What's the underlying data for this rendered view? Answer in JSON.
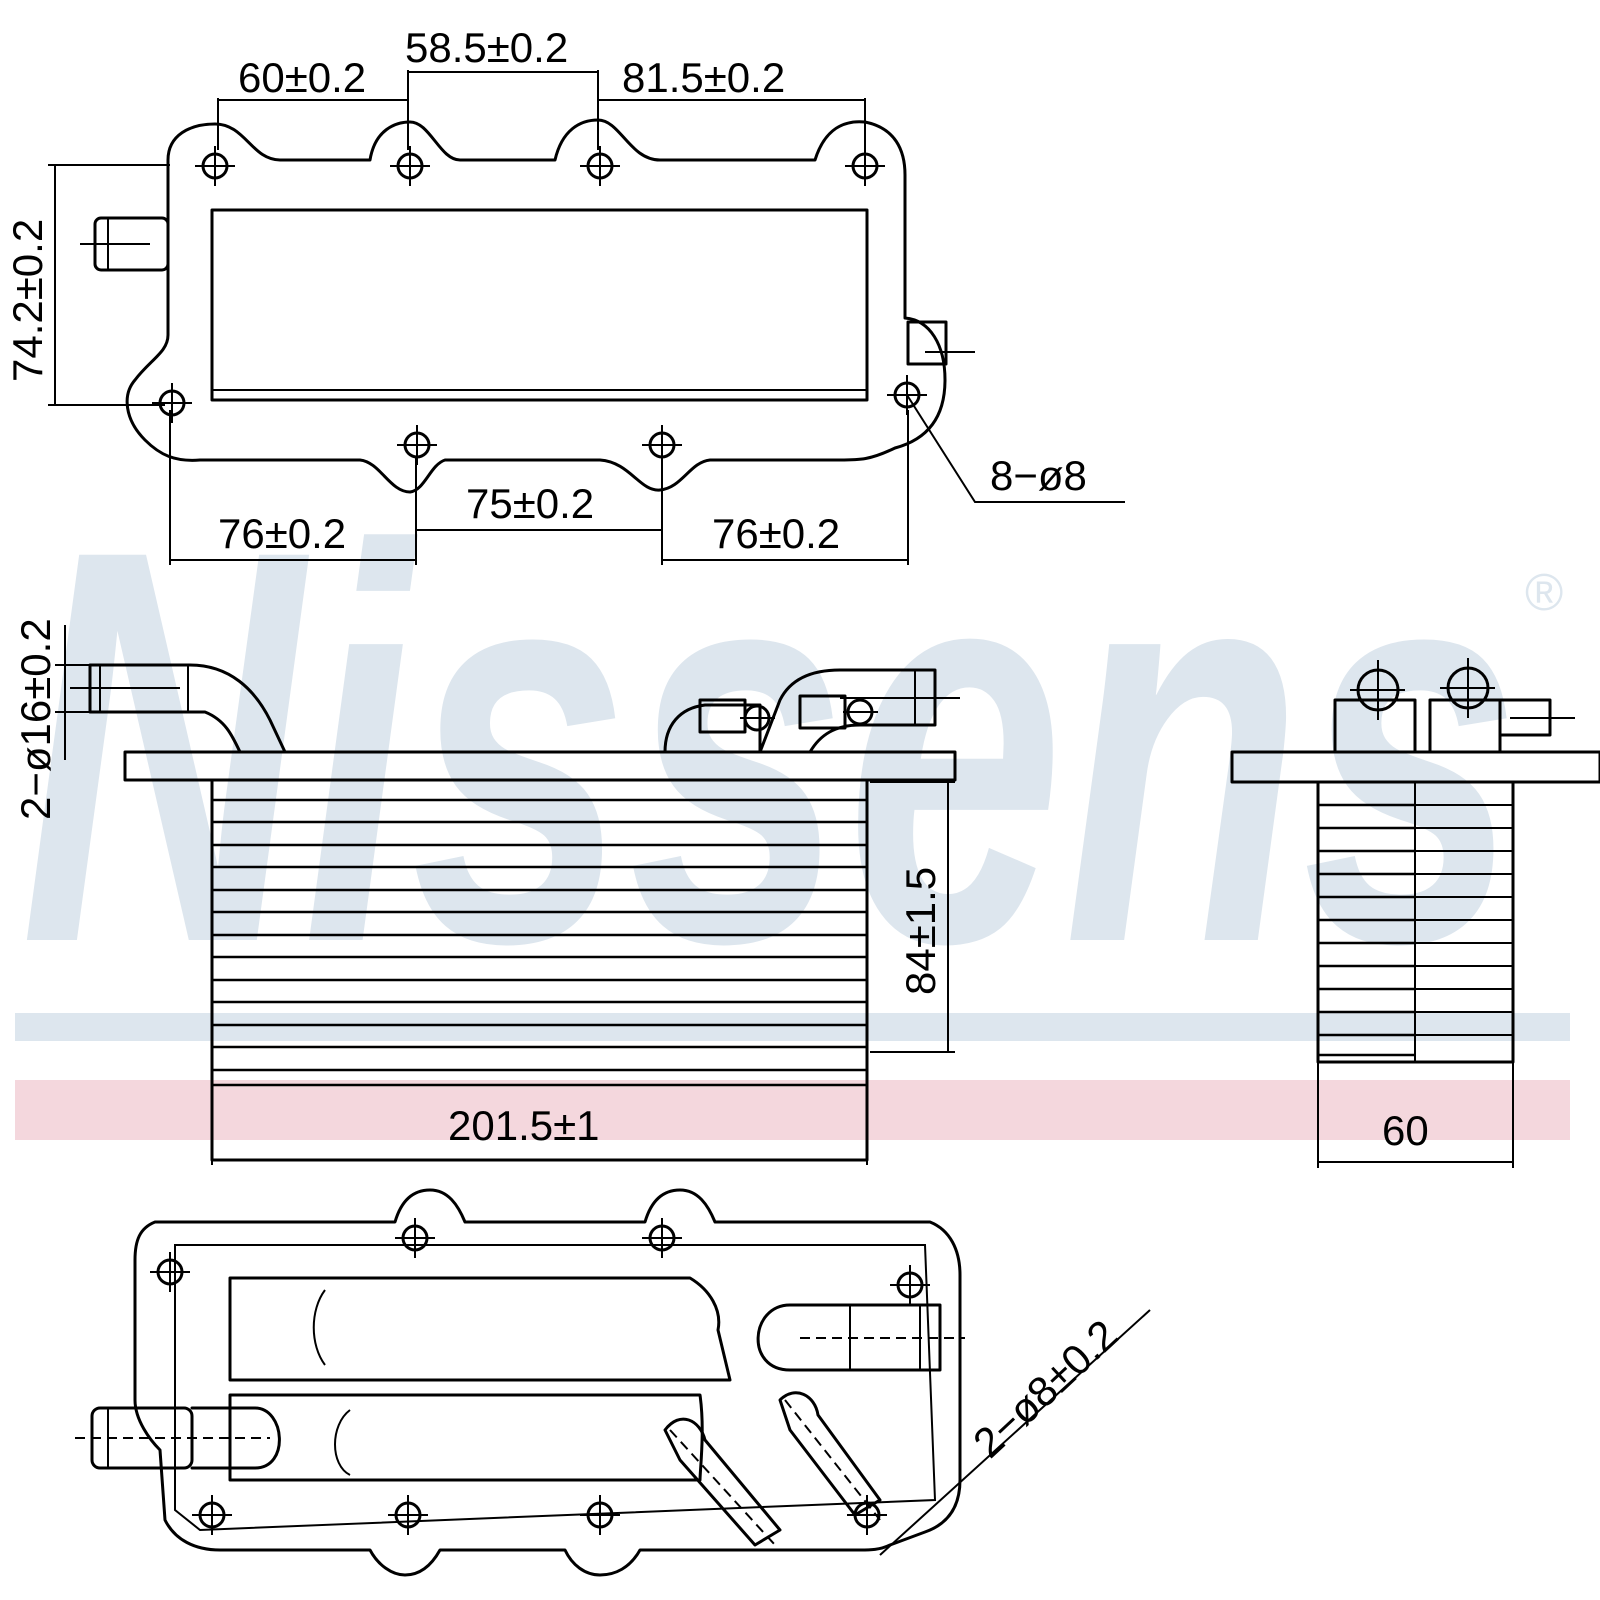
{
  "watermark": {
    "brand": "Nissens",
    "registered": "®",
    "color_blue": "#dde6ee",
    "color_pink": "#f4d7dd"
  },
  "dimensions": {
    "top_spacing_1": "60±0.2",
    "top_spacing_2": "58.5±0.2",
    "top_spacing_3": "81.5±0.2",
    "height_top_view": "74.2±0.2",
    "bottom_spacing_1": "76±0.2",
    "bottom_spacing_2": "75±0.2",
    "bottom_spacing_3": "76±0.2",
    "holes": "8−ø8",
    "pipe_diameter": "2−ø16±0.2",
    "core_height": "84±1.5",
    "core_length": "201.5±1",
    "core_width": "60",
    "port_diameter": "2−ø8±0.2"
  }
}
